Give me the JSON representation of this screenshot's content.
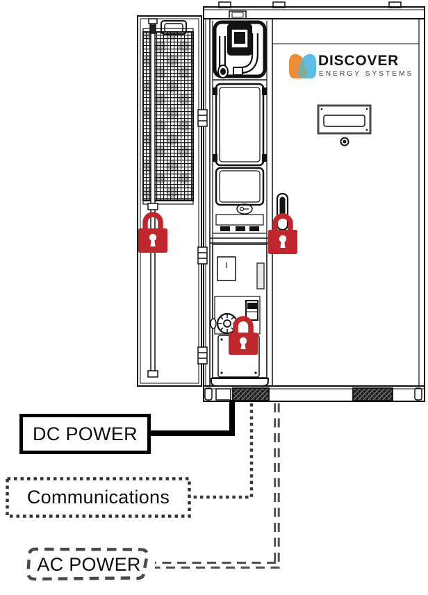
{
  "brand": {
    "name": "DISCOVER",
    "tagline": "ENERGY SYSTEMS"
  },
  "legend": {
    "dc_power": "DC POWER",
    "communications": "Communications",
    "ac_power": "AC POWER"
  },
  "colors": {
    "padlock_red": "#C2262D",
    "logo_orange": "#EF8A35",
    "logo_blue": "#5FBCE4",
    "logo_overlap": "#7FAD9B",
    "dc_line": "#000000",
    "comm_line": "#3A3A3A",
    "ac_line": "#4F4F4F",
    "line_art": "#111111"
  }
}
